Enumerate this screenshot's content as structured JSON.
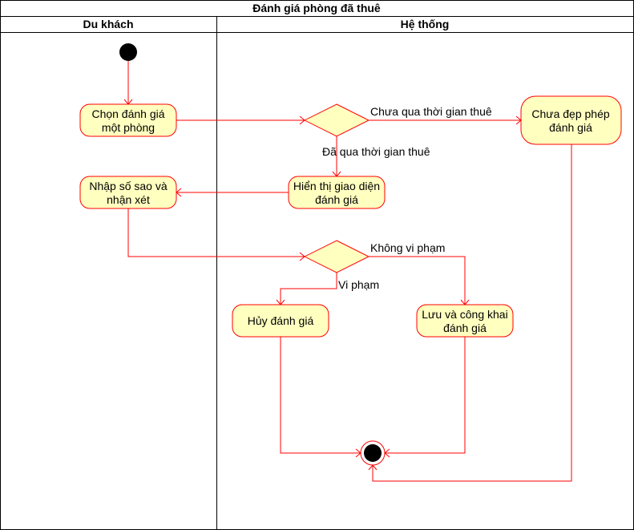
{
  "diagram": {
    "title": "Đánh giá phòng đã thuê",
    "lanes": {
      "guest": "Du khách",
      "system": "Hệ thống"
    },
    "nodes": {
      "choose_review": [
        "Chọn đánh giá",
        "một phòng"
      ],
      "not_eligible": [
        "Chưa đẹp phép",
        "đánh giá"
      ],
      "show_form": [
        "Hiển thị giao diện",
        "đánh giá"
      ],
      "enter_rating": [
        "Nhập số sao và",
        "nhận xét"
      ],
      "cancel_review": [
        "Hủy đánh giá"
      ],
      "save_publish": [
        "Lưu và công khai",
        "đánh giá"
      ]
    },
    "edge_labels": {
      "not_past": "Chưa qua thời gian thuê",
      "past": "Đã qua thời gian thuê",
      "no_violation": "Không vi phạm",
      "violation": "Vi phạm"
    }
  }
}
